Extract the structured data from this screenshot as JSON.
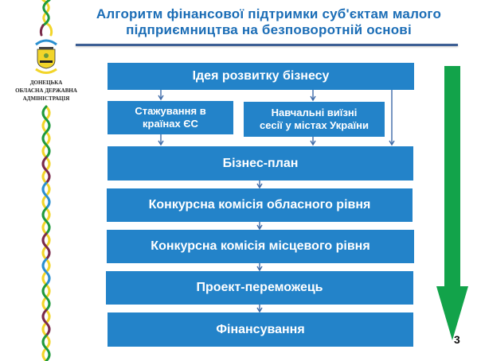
{
  "slide": {
    "title_line1": "Алгоритм фінансової підтримки суб'єктам малого",
    "title_line2": "підприємництва на безповоротній основі",
    "page_number": "3"
  },
  "sidebar": {
    "org_line1": "ДОНЕЦЬКА",
    "org_line2": "ОБЛАСНА ДЕРЖАВНА",
    "org_line3": "АДМІНІСТРАЦІЯ",
    "emblem_icon": "coat-of-arms-icon",
    "braid_colors": [
      "#f2d52a",
      "#1f9a3c",
      "#7a2a4a",
      "#2a8fd0"
    ]
  },
  "flowchart": {
    "box_color": "#2383c9",
    "arrow_color": "#3d6aa8",
    "progress_arrow_color": "#12a34a",
    "nodes": [
      {
        "id": "idea",
        "label": "Ідея розвитку бізнесу"
      },
      {
        "id": "internship",
        "line1": "Стажування в",
        "line2": "країнах ЄС"
      },
      {
        "id": "training",
        "line1": "Навчальні виїзні",
        "line2": "сесії у містах України"
      },
      {
        "id": "business_plan",
        "label": "Бізнес-план"
      },
      {
        "id": "regional_commission",
        "label": "Конкурсна комісія обласного рівня"
      },
      {
        "id": "local_commission",
        "label": "Конкурсна комісія місцевого рівня"
      },
      {
        "id": "winner",
        "label": "Проект-переможець"
      },
      {
        "id": "financing",
        "label": "Фінансування"
      }
    ]
  }
}
